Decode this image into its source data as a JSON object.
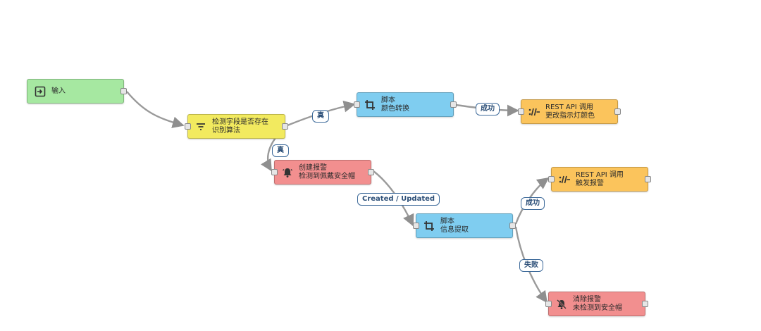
{
  "colors": {
    "input": "#a6e8a1",
    "filter": "#f2ea5f",
    "script": "#7fcdf0",
    "rest": "#fbc45c",
    "alarm": "#f28f8f",
    "edge": "#8f8f8f",
    "label_border": "#3d6a9a"
  },
  "nodes": {
    "input": {
      "icon": "input-icon",
      "line1": "输入",
      "line2": ""
    },
    "filter": {
      "icon": "filter-icon",
      "line1": "检测字段是否存在",
      "line2": "识别算法"
    },
    "script1": {
      "icon": "crop-script-icon",
      "line1": "脚本",
      "line2": "颜色转换"
    },
    "rest1": {
      "icon": "rest-api-icon",
      "line1": "REST API 调用",
      "line2": "更改指示灯颜色"
    },
    "alarm_create": {
      "icon": "bell-icon",
      "line1": "创建报警",
      "line2": "检测到佩戴安全帽"
    },
    "script2": {
      "icon": "crop-script-icon",
      "line1": "脚本",
      "line2": "信息提取"
    },
    "rest2": {
      "icon": "rest-api-icon",
      "line1": "REST API 调用",
      "line2": "触发报警"
    },
    "alarm_clear": {
      "icon": "bell-off-icon",
      "line1": "消除报警",
      "line2": "未检测到安全帽"
    }
  },
  "edge_labels": {
    "true1": "真",
    "true2": "真",
    "success1": "成功",
    "created_updated": "Created / Updated",
    "success2": "成功",
    "failure": "失败"
  }
}
